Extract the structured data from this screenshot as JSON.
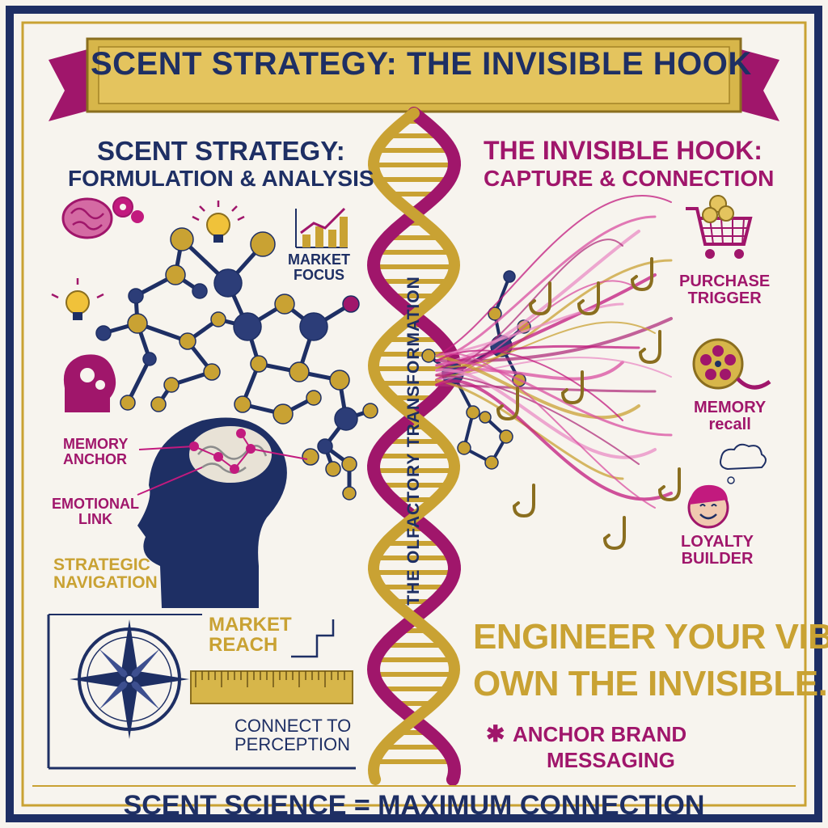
{
  "banner": {
    "title": "SCENT STRATEGY: THE INVISIBLE HOOK"
  },
  "left_panel": {
    "heading_line1": "SCENT STRATEGY:",
    "heading_line2": "FORMULATION & ANALYSIS",
    "labels": {
      "market_focus": [
        "MARKET",
        "FOCUS"
      ],
      "memory_anchor": [
        "MEMORY",
        "ANCHOR"
      ],
      "emotional_link": [
        "EMOTIONAL",
        "LINK"
      ],
      "strategic_navigation": [
        "STRATEGIC",
        "NAVIGATION"
      ],
      "market_reach": [
        "MARKET",
        "REACH"
      ],
      "connect_to_perception": [
        "CONNECT TO",
        "PERCEPTION"
      ]
    }
  },
  "center": {
    "vertical_label": "THE OLFACTORY TRANSFORMATION"
  },
  "right_panel": {
    "heading_line1": "THE INVISIBLE HOOK:",
    "heading_line2": "CAPTURE & CONNECTION",
    "labels": {
      "purchase_trigger": [
        "PURCHASE",
        "TRIGGER"
      ],
      "memory_recall": [
        "MEMORY",
        "recall"
      ],
      "loyalty_builder": [
        "LOYALTY",
        "BUILDER"
      ]
    },
    "tagline_line1": "ENGINEER YOUR VIBE.",
    "tagline_line2": "OWN THE INVISIBLE.",
    "bullet_symbol": "✱",
    "anchor_line1": "ANCHOR BRAND",
    "anchor_line2": "MESSAGING"
  },
  "footer": {
    "text": "SCENT SCIENCE = MAXIMUM CONNECTION"
  },
  "colors": {
    "navy": "#1e2f64",
    "magenta": "#a0166b",
    "gold": "#c9a233",
    "paper": "#f7f4ee"
  },
  "icons": [
    "brain-gears-icon",
    "lightbulb-icon",
    "bar-chart-icon",
    "head-gears-icon",
    "molecule-icon",
    "dna-helix-icon",
    "head-brain-icon",
    "compass-icon",
    "ruler-icon",
    "shopping-cart-icon",
    "coin-icon",
    "fishing-hook-icon",
    "film-reel-icon",
    "smiley-face-icon",
    "thought-cloud-icon"
  ]
}
